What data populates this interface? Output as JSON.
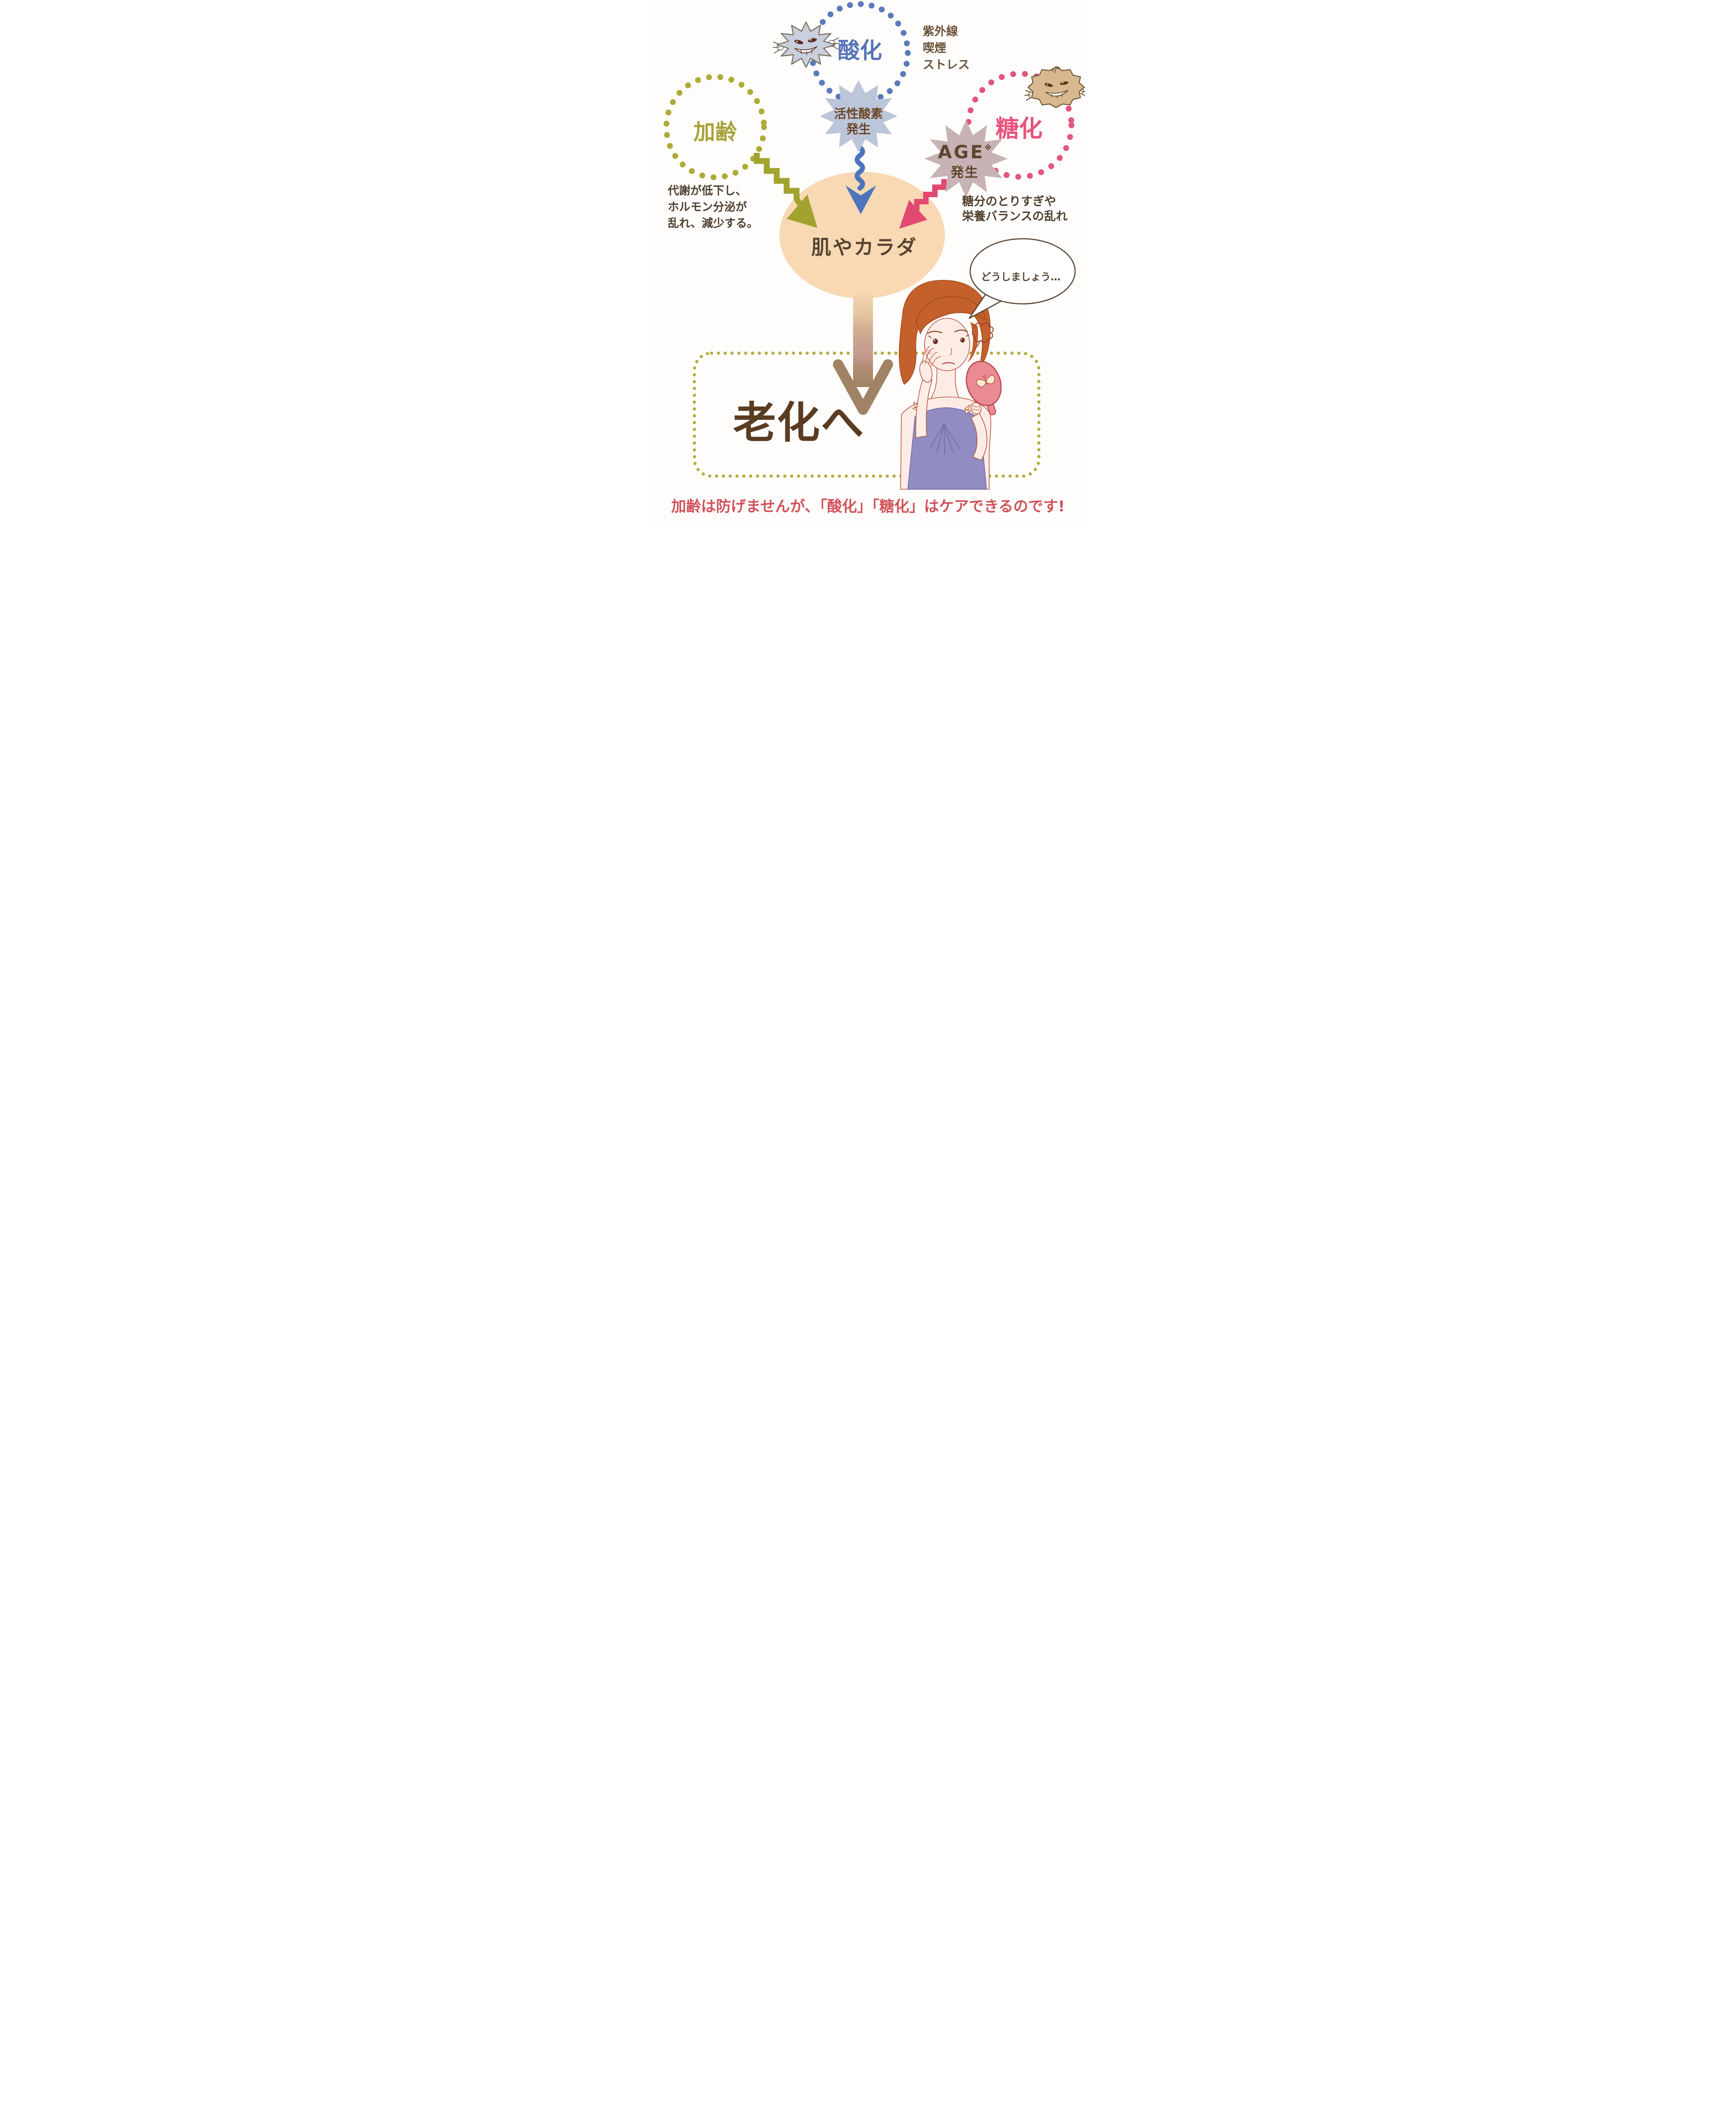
{
  "oxidation": {
    "label": "酸化",
    "causes": [
      "紫外線",
      "喫煙",
      "ストレス"
    ],
    "burst_line1": "活性酸素",
    "burst_line2": "発生"
  },
  "aging": {
    "label": "加齢",
    "note": [
      "代謝が低下し、",
      "ホルモン分泌が",
      "乱れ、減少する。"
    ]
  },
  "glycation": {
    "label": "糖化",
    "burst_main": "AGE",
    "burst_mark": "※",
    "burst_sub": "発生",
    "note": [
      "糖分のとりすぎや",
      "栄養バランスの乱れ"
    ]
  },
  "target": {
    "label": "肌やカラダ"
  },
  "outcome": {
    "label": "老化へ"
  },
  "speech": {
    "text": "どうしましょう…"
  },
  "footer": {
    "message": "加齢は防げませんが、「酸化」「糖化」はケアできるのです!"
  },
  "colors": {
    "oxidation_blue": "#5673b6",
    "aging_olive": "#a8a23a",
    "glycation_pink": "#e8537b",
    "burst_bluegray": "#bcc6da",
    "burst_mauve": "#c7b2b5",
    "arrow_blue": "#4d74bd",
    "arrow_olive": "#a2a32f",
    "arrow_pink": "#e24970",
    "arrow_tan": "#a08365",
    "target_peach": "#f8d9b4",
    "note_brown": "#4e3e2c",
    "outcome_brown": "#5a3c22",
    "footer_red": "#d05158"
  }
}
